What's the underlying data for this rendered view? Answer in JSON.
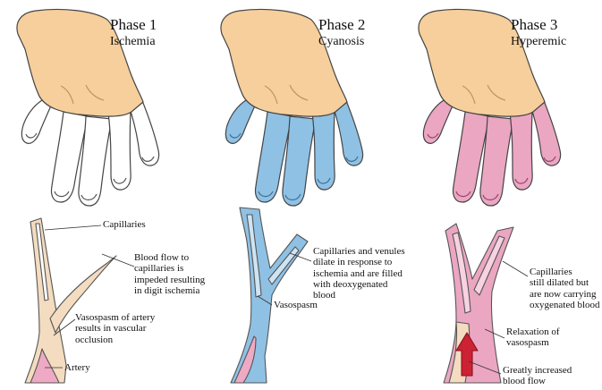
{
  "phases": [
    {
      "title": "Phase 1",
      "subtitle": "Ischemia",
      "annotations": {
        "capillaries": "Capillaries",
        "blood_flow": "Blood flow to\ncapillaries is\nimpeded resulting\nin digit ischemia",
        "vasospasm": "Vasospasm of artery\nresults in vascular\nocclusion",
        "artery": "Artery"
      }
    },
    {
      "title": "Phase 2",
      "subtitle": "Cyanosis",
      "annotations": {
        "capillaries_venules": "Capillaries and venules\ndilate in response to\nischemia and are filled\nwith deoxygenated\nblood",
        "vasospasm": "Vasospasm"
      }
    },
    {
      "title": "Phase 3",
      "subtitle": "Hyperemic",
      "annotations": {
        "capillaries_dilated": "Capillaries\nstill dilated but\nare now carrying\noxygenated blood",
        "relaxation": "Relaxation of\nvasospasm",
        "increased_flow": "Greatly increased\nblood flow"
      }
    }
  ],
  "colors": {
    "skin": "#f6cf9c",
    "ischemic_white": "#ffffff",
    "cyanotic_blue": "#8fc1e4",
    "hyperemic_pink": "#eba6c2",
    "vessel_wall": "#f3dcc0",
    "artery_pink": "#eeaac4",
    "flow_arrow": "#cc2233",
    "outline": "#444444"
  }
}
